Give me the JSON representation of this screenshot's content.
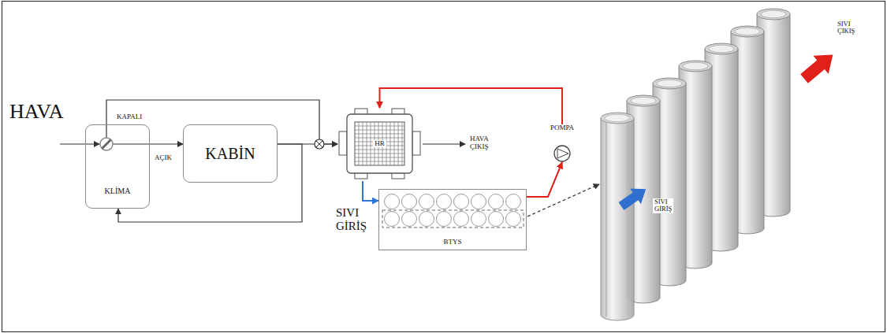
{
  "diagram": {
    "nodes": [
      {
        "text": [
          "KLİMA"
        ]
      },
      {
        "text": [
          "KABİN"
        ]
      },
      {
        "text": [
          "HR"
        ]
      },
      {
        "text": [
          "POMPA"
        ]
      },
      {
        "text": [
          "BTYS"
        ]
      }
    ],
    "edges": [
      {
        "from": 0,
        "to": 1,
        "arrow": "to"
      },
      {
        "from": 0,
        "to": 2,
        "arrow": "to"
      },
      {
        "from": 1,
        "to": 2,
        "arrow": "to"
      },
      {
        "from": 1,
        "to": 0,
        "arrow": "to"
      },
      {
        "from": 2,
        "to": 4,
        "arrow": "to"
      },
      {
        "from": 4,
        "to": 3,
        "arrow": "to"
      },
      {
        "from": 3,
        "to": 2,
        "arrow": "to"
      }
    ],
    "labels": [
      "HAVA",
      "KAPALI",
      "AÇIK",
      "HAVA ÇIKIŞ",
      "SIVI GİRİŞ",
      "SIVI GİRİŞ",
      "SIVI ÇIKIŞ"
    ]
  }
}
